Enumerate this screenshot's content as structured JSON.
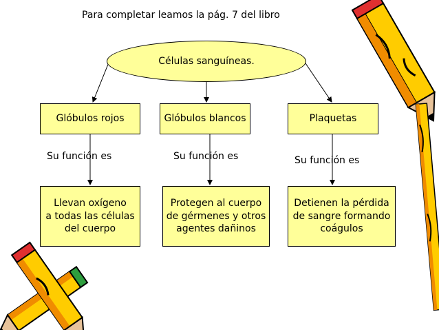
{
  "instruction": "Para completar leamos la pág. 7 del libro",
  "root": {
    "label": "Células sanguíneas."
  },
  "categories": [
    {
      "label": "Glóbulos rojos",
      "connector": "Su función es",
      "function": "Llevan oxígeno\na todas las células\ndel cuerpo"
    },
    {
      "label": "Glóbulos blancos",
      "connector": "Su función es",
      "function": "Protegen al cuerpo\nde gérmenes y otros\nagentes dañinos"
    },
    {
      "label": "Plaquetas",
      "connector": "Su función es",
      "function": "Detienen la pérdida\nde sangre formando\ncoágulos"
    }
  ],
  "colors": {
    "box_fill": "#ffff99",
    "pencil_yellow": "#ffcc00",
    "pencil_orange": "#f08c00",
    "pencil_tip": "#e8c39a",
    "eraser_red": "#e03030",
    "eraser_green": "#2e9e3e"
  },
  "decorations": [
    "pencil-right-top",
    "pencil-right-bottom",
    "pencils-bottom-left"
  ]
}
